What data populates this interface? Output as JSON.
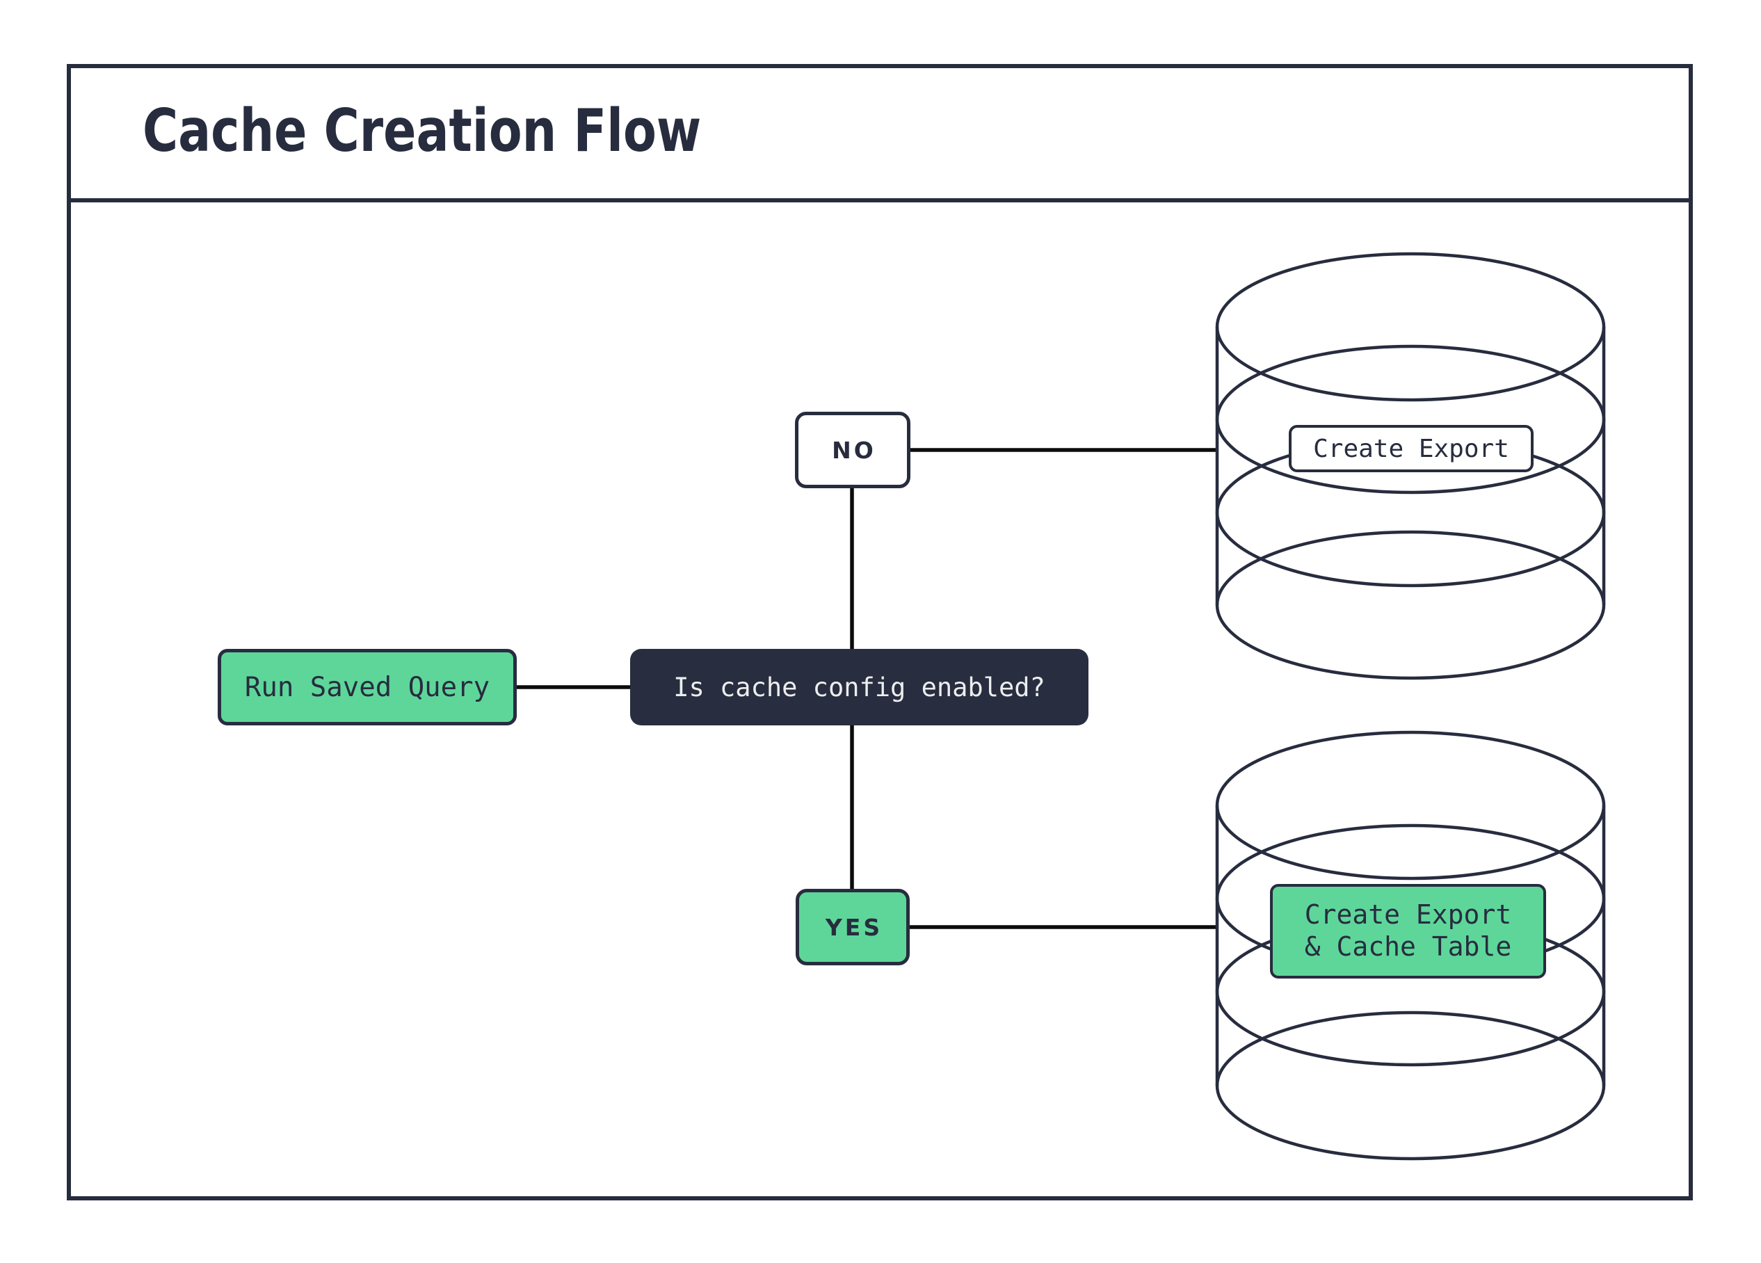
{
  "title": "Cache Creation Flow",
  "theme": {
    "navy": "#272C3E",
    "green": "#5ED69A",
    "dark": "#282D3F",
    "ink": "#0B0B0C",
    "paper": "#FFFFFF",
    "text_light": "#ECEDEE"
  },
  "nodes": {
    "start": {
      "label": "Run Saved Query"
    },
    "decision": {
      "label": "Is cache config enabled?"
    },
    "no_branch": {
      "label": "NO"
    },
    "yes_branch": {
      "label": "YES"
    },
    "export": {
      "label": "Create Export"
    },
    "export_cache": {
      "line1": "Create Export",
      "line2": "& Cache Table"
    }
  },
  "edges": [
    {
      "from": "start",
      "to": "decision"
    },
    {
      "from": "decision",
      "via": "NO",
      "to": "export"
    },
    {
      "from": "decision",
      "via": "YES",
      "to": "export_cache"
    }
  ]
}
